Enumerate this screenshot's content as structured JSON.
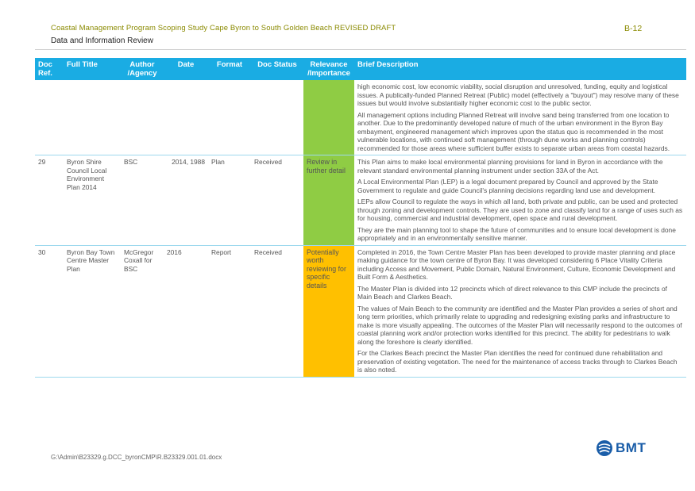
{
  "header": {
    "title": "Coastal Management Program Scoping Study Cape Byron to South Golden Beach REVISED DRAFT",
    "subtitle": "Data and Information Review",
    "page_number": "B-12"
  },
  "table": {
    "columns": [
      "Doc Ref.",
      "Full Title",
      "Author /Agency",
      "Date",
      "Format",
      "Doc Status",
      "Relevance /Importance",
      "Brief Description"
    ],
    "continued_row": {
      "paragraphs": [
        "high economic cost, low economic viability, social disruption and unresolved, funding, equity and logistical issues. A publically-funded Planned Retreat (Public) model (effectively a \"buyout\") may resolve many of these issues but would involve substantially higher economic cost to the public sector.",
        "All management options including Planned Retreat will involve sand being transferred from one location to another. Due to the predominantly developed nature of much of the urban environment in the Byron Bay embayment, engineered management which improves upon the status quo is recommended in the most vulnerable locations, with continued soft management (through dune works and planning controls) recommended for those areas where sufficient buffer exists to separate urban areas from coastal hazards."
      ]
    },
    "rows": [
      {
        "ref": "29",
        "title": "Byron Shire Council Local Environment Plan 2014",
        "author": "BSC",
        "date": "2014, 1988",
        "format": "Plan",
        "status": "Received",
        "relevance": "Review in further detail",
        "paragraphs": [
          "This Plan aims to make local environmental planning provisions for land in Byron in accordance with the relevant standard environmental planning instrument under section 33A of the Act.",
          "A Local Environmental Plan (LEP) is a legal document prepared by Council and approved by the State Government to regulate and guide Council's planning decisions regarding land use and development.",
          "LEPs allow Council to regulate the ways in which all land, both private and public, can be used and protected through zoning and development controls. They are used to zone and classify land for a range of uses such as for housing, commercial and industrial development, open space and rural development.",
          "They are the main planning tool to shape the future of communities and to ensure local development is done appropriately and in an environmentally sensitive manner."
        ]
      },
      {
        "ref": "30",
        "title": "Byron Bay Town Centre Master Plan",
        "author": "McGregor Coxall for BSC",
        "date": "2016",
        "format": "Report",
        "status": "Received",
        "relevance": "Potentially worth reviewing for specific details",
        "paragraphs": [
          "Completed in 2016, the Town Centre Master Plan has been developed to provide master planning and place making guidance for the town centre of Byron Bay. It was developed considering 6 Place Vitality Criteria including Access and Movement, Public Domain, Natural Environment, Culture, Economic Development and Built Form & Aesthetics.",
          "The Master Plan is divided into 12 precincts which of direct relevance to this CMP include the precincts of Main Beach and Clarkes Beach.",
          "The values of Main Beach to the community are identified and the Master Plan provides a series of short and long term priorities, which primarily relate to upgrading and redesigning existing parks and infrastructure to make is more visually appealing. The outcomes of the Master Plan will necessarily respond to the outcomes of coastal planning work and/or protection works identified for this precinct. The ability for pedestrians to walk along the foreshore is clearly identified.",
          "For the Clarkes Beach precinct the Master Plan identifies the need for continued dune rehabilitation and preservation of existing vegetation. The need for the maintenance of access tracks through to Clarkes Beach is also noted."
        ]
      }
    ]
  },
  "footer": {
    "path": "G:\\Admin\\B23329.g.DCC_byronCMP\\R.B23329.001.01.docx",
    "logo_text": "BMT"
  },
  "colors": {
    "header_blue": "#1aace3",
    "relevance_green": "#8fcc44",
    "relevance_orange": "#ffc000",
    "logo_blue": "#1a5da8"
  }
}
